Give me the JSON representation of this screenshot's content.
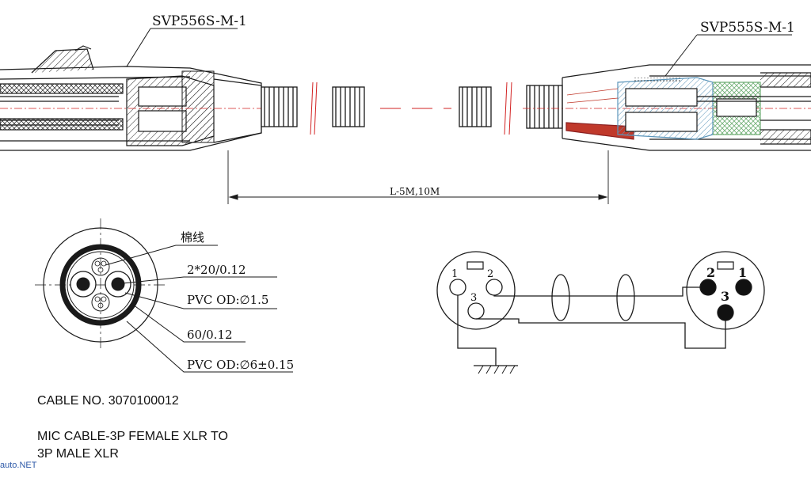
{
  "drawing": {
    "part_left": "SVP556S-M-1",
    "part_right": "SVP555S-M-1",
    "length_label": "L-5M,10M"
  },
  "cross_section": {
    "labels": [
      "棉线",
      "2*20/0.12",
      "PVC OD:∅1.5",
      "60/0.12",
      "PVC OD:∅6±0.15"
    ]
  },
  "wiring": {
    "female_pins": [
      "1",
      "2",
      "3"
    ],
    "male_pins": [
      "2",
      "1",
      "3"
    ]
  },
  "caption": {
    "cable_no": "CABLE NO. 3070100012",
    "title_line1": "MIC CABLE-3P FEMALE XLR TO",
    "title_line2": "3P MALE XLR"
  },
  "watermark": "auto.NET",
  "colors": {
    "line": "#1a1a1a",
    "dim_red": "#d22222",
    "insulator_blue": "#7fb6d6",
    "insulator_green": "#86c48c",
    "insulator_red": "#c0392b",
    "watermark": "#2e5aa8"
  }
}
